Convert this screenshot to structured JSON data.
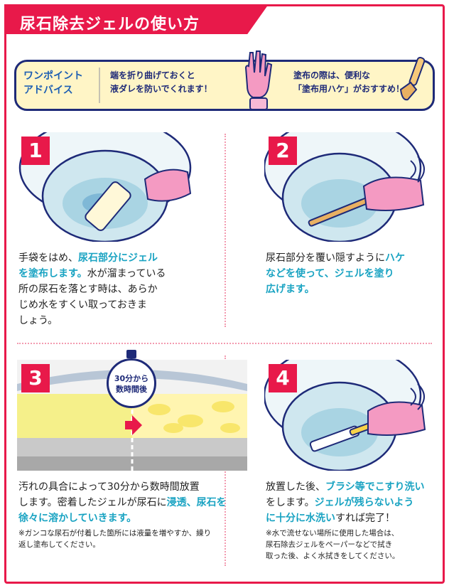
{
  "title": "尿石除去ジェルの使い方",
  "advice": {
    "heading_line1": "ワンポイント",
    "heading_line2": "アドバイス",
    "tip1_line1": "端を折り曲げておくと",
    "tip1_line2": "液ダレを防いでくれます！",
    "tip2_line1": "塗布の際は、便利な",
    "tip2_line2": "「塗布用ハケ」がおすすめ！"
  },
  "steps": [
    {
      "number": "1",
      "t1": "手袋をはめ、",
      "h1": "尿石部分にジェル",
      "h2": "を塗布します。",
      "t2": "水が溜まっている",
      "l3": "所の尿石を落とす時は、あらか",
      "l4": "じめ水をすくい取っておきま",
      "l5": "しょう。"
    },
    {
      "number": "2",
      "t1": "尿石部分を覆い隠すように",
      "h1": "ハケ",
      "h2": "などを使って、ジェルを塗り",
      "h3": "広げます。"
    },
    {
      "number": "3",
      "badge_line1": "30分から",
      "badge_line2": "数時間後",
      "l1": "汚れの具合によって30分から数時間放置",
      "t1": "します。密着したジェルが尿石に",
      "h1": "浸透、尿石を",
      "h2": "徐々に溶かしていきます。",
      "note_l1": "※ガンコな尿石が付着した箇所には液量を増やすか、繰り",
      "note_l2": "返し塗布してください。"
    },
    {
      "number": "4",
      "t1": "放置した後、",
      "h1": "ブラシ等でこすり洗い",
      "t2": "をします。",
      "h2": "ジェルが残らないよう",
      "h3": "に十分に水洗い",
      "t3": "すれば完了！",
      "note_l1": "※水で流せない場所に使用した場合は、",
      "note_l2": "尿石除去ジェルをペーパーなどで拭き",
      "note_l3": "取った後、よく水拭きをしてください。"
    }
  ],
  "colors": {
    "accent": "#e8194a",
    "highlight": "#19a3c2",
    "navy": "#1e2a78",
    "advice_bg": "#fff5c6"
  }
}
